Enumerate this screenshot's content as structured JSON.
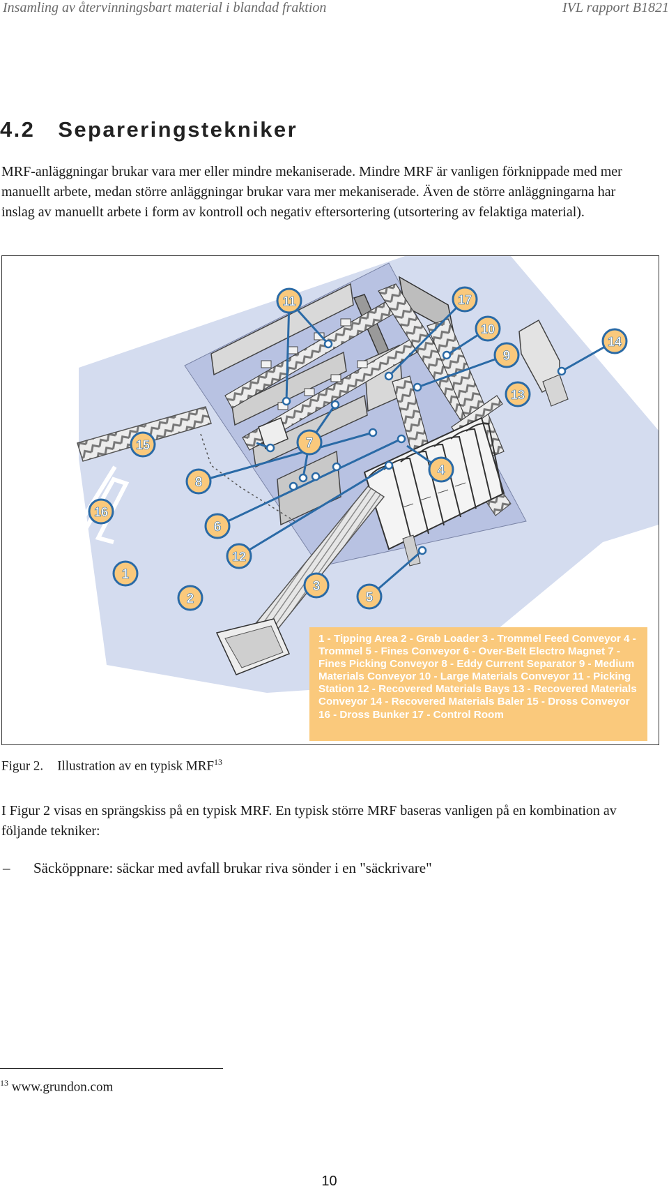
{
  "header": {
    "left": "Insamling av återvinningsbart material i blandad fraktion",
    "right": "IVL rapport B1821"
  },
  "section": {
    "number": "4.2",
    "title": "Separeringstekniker"
  },
  "paragraph1": "MRF-anläggningar brukar vara mer eller mindre mekaniserade. Mindre MRF är vanligen förknippade med mer manuellt arbete, medan större anläggningar brukar vara mer mekaniserade. Även de större anläggningarna har inslag av manuellt arbete i form av kontroll och negativ eftersortering (utsortering av felaktiga material).",
  "figure": {
    "callouts": [
      "1",
      "2",
      "3",
      "4",
      "5",
      "6",
      "7",
      "8",
      "9",
      "10",
      "11",
      "12",
      "13",
      "14",
      "15",
      "16",
      "17"
    ],
    "legend": "1 - Tipping Area   2 - Grab Loader   3 - Trommel Feed Conveyor   4 - Trommel   5 - Fines Conveyor   6 - Over-Belt Electro Magnet   7 - Fines Picking Conveyor   8 - Eddy Current Separator   9 - Medium Materials Conveyor   10 - Large Materials Conveyor   11 - Picking Station   12 - Recovered Materials Bays   13 - Recovered Materials Conveyor   14 - Recovered Materials Baler   15 - Dross Conveyor   16 - Dross Bunker   17 - Control Room",
    "colors": {
      "floor": "#d4dcef",
      "callout_fill": "#fac97c",
      "callout_line": "#2a6aa6",
      "legend_bg": "#fac97c"
    }
  },
  "caption": {
    "label": "Figur 2.",
    "text": "Illustration av en typisk MRF",
    "footnote_ref": "13"
  },
  "paragraph2": "I Figur 2 visas en sprängskiss på en typisk MRF. En typisk större MRF baseras vanligen på en kombination av följande tekniker:",
  "bullet": {
    "dash": "–",
    "text": "Säcköppnare: säckar med avfall brukar riva sönder i en \"säckrivare\""
  },
  "footnote": {
    "number": "13",
    "text": " www.grundon.com"
  },
  "page_number": "10"
}
